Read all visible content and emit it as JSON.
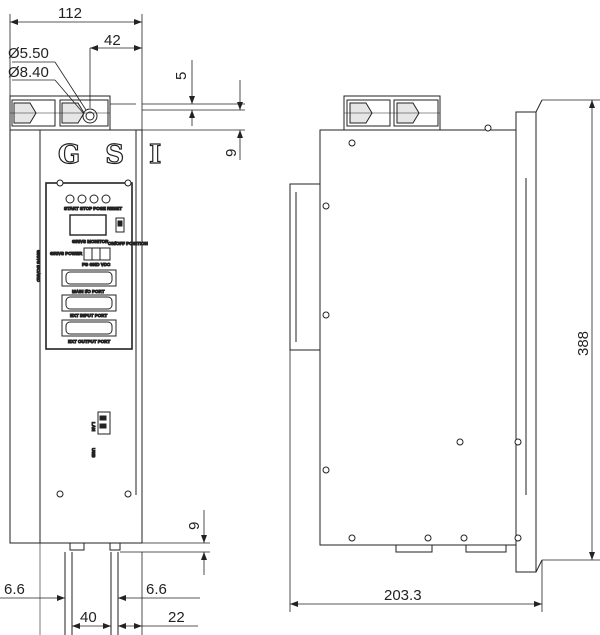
{
  "dimensions": {
    "total_width": "112",
    "offset_42": "42",
    "hole_small": "Ø5.50",
    "hole_large": "Ø8.40",
    "top_5": "5",
    "top_9": "9",
    "bottom_9": "9",
    "left_6_6": "6.6",
    "right_6_6": "6.6",
    "spacing_40": "40",
    "edge_22": "22",
    "depth": "203.3",
    "height": "388"
  },
  "front_panel": {
    "brand": "G S I",
    "side_label": "GRIVS BOARD",
    "button_labels": "START STOP  POSE  RESET",
    "display_label": "GRIVS MONITOR",
    "switch_label": "ON/OFF POSITION",
    "power_label": "GRIVS POWER",
    "terminal_label": "FG  GND  VDC",
    "port1_label": "MAIN I/O PORT",
    "port2_label": "EXT INPUT PORT",
    "port3_label": "EXT OUTPUT PORT",
    "lan_label": "LAN",
    "usb_label": "USB"
  },
  "colors": {
    "line": "#222222",
    "face": "#ffffff"
  }
}
